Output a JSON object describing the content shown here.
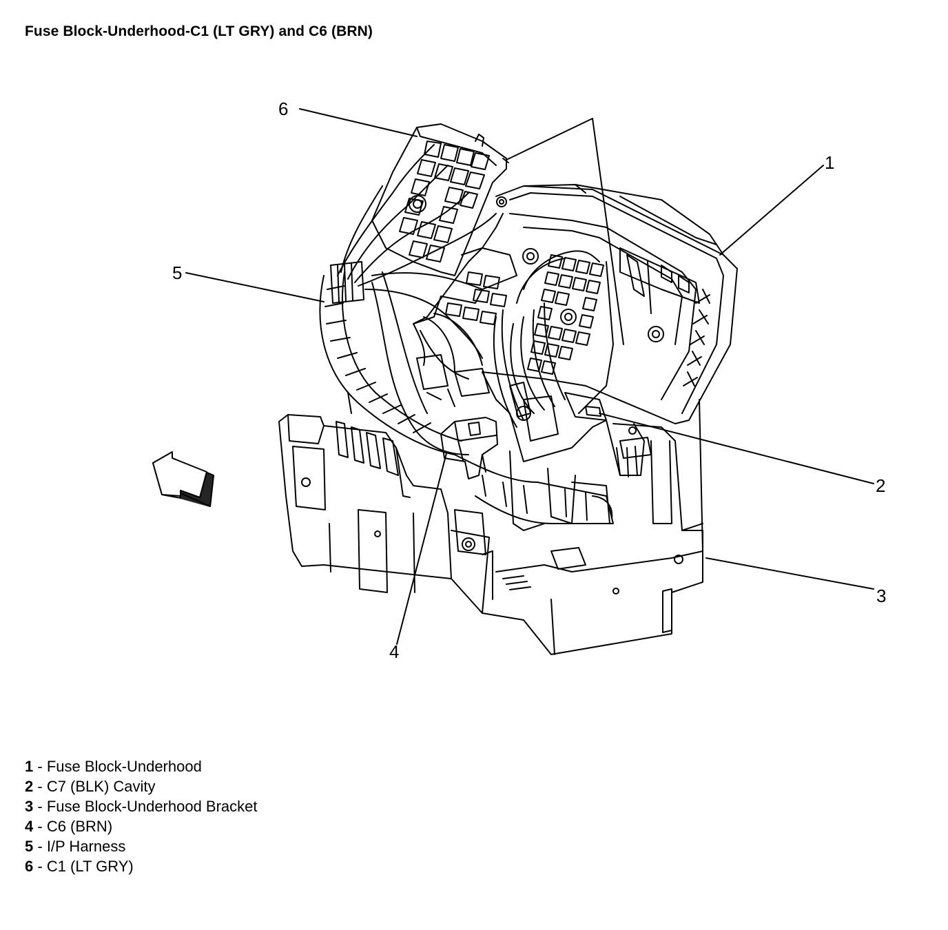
{
  "title": "Fuse Block-Underhood-C1 (LT GRY) and C6 (BRN)",
  "callouts": [
    {
      "number": "1",
      "label": "Fuse Block-Underhood"
    },
    {
      "number": "2",
      "label": "C7 (BLK) Cavity"
    },
    {
      "number": "3",
      "label": "Fuse Block-Underhood Bracket"
    },
    {
      "number": "4",
      "label": "C6 (BRN)"
    },
    {
      "number": "5",
      "label": "I/P Harness"
    },
    {
      "number": "6",
      "label": "C1 (LT GRY)"
    }
  ],
  "legend_separator": " - ",
  "icons": {
    "direction_arrow": "forward-arrow-icon"
  }
}
